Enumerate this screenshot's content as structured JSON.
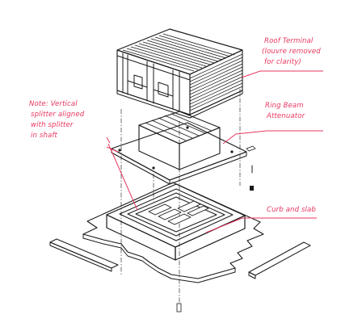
{
  "annotations": {
    "roof_terminal": [
      "Roof Terminal",
      "(louvre removed",
      "for clarity)"
    ],
    "ring_beam": [
      "Ring Beam",
      "Attenuator"
    ],
    "vertical_splitter": [
      "Note: Vertical",
      "splitter aligned",
      "with splitter",
      "in shaft"
    ],
    "curb_slab": [
      "Curb and slab"
    ]
  },
  "colors": {
    "annotation": "#e8375f",
    "ink": "#1a1a1a",
    "background": "#ffffff"
  }
}
